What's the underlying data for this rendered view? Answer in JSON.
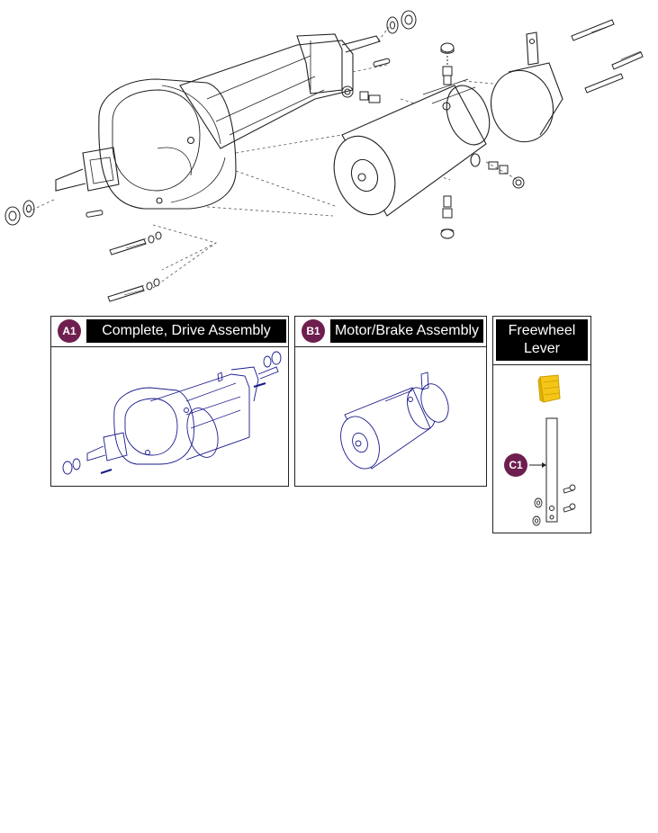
{
  "panels": {
    "a1": {
      "badge": "A1",
      "title": "Complete, Drive Assembly"
    },
    "b1": {
      "badge": "B1",
      "title": "Motor/Brake Assembly"
    },
    "freewheel": {
      "title_line1": "Freewheel",
      "title_line2": "Lever",
      "badge": "C1"
    }
  },
  "colors": {
    "badge": "#6e1f4f",
    "title_bar": "#000000",
    "line_art": "#222222",
    "assembly_blue": "#1a1a8c",
    "lever_knob": "#f5c518"
  },
  "icons": [
    "drive-assembly-exploded",
    "motor-brake-assembly",
    "freewheel-lever"
  ]
}
